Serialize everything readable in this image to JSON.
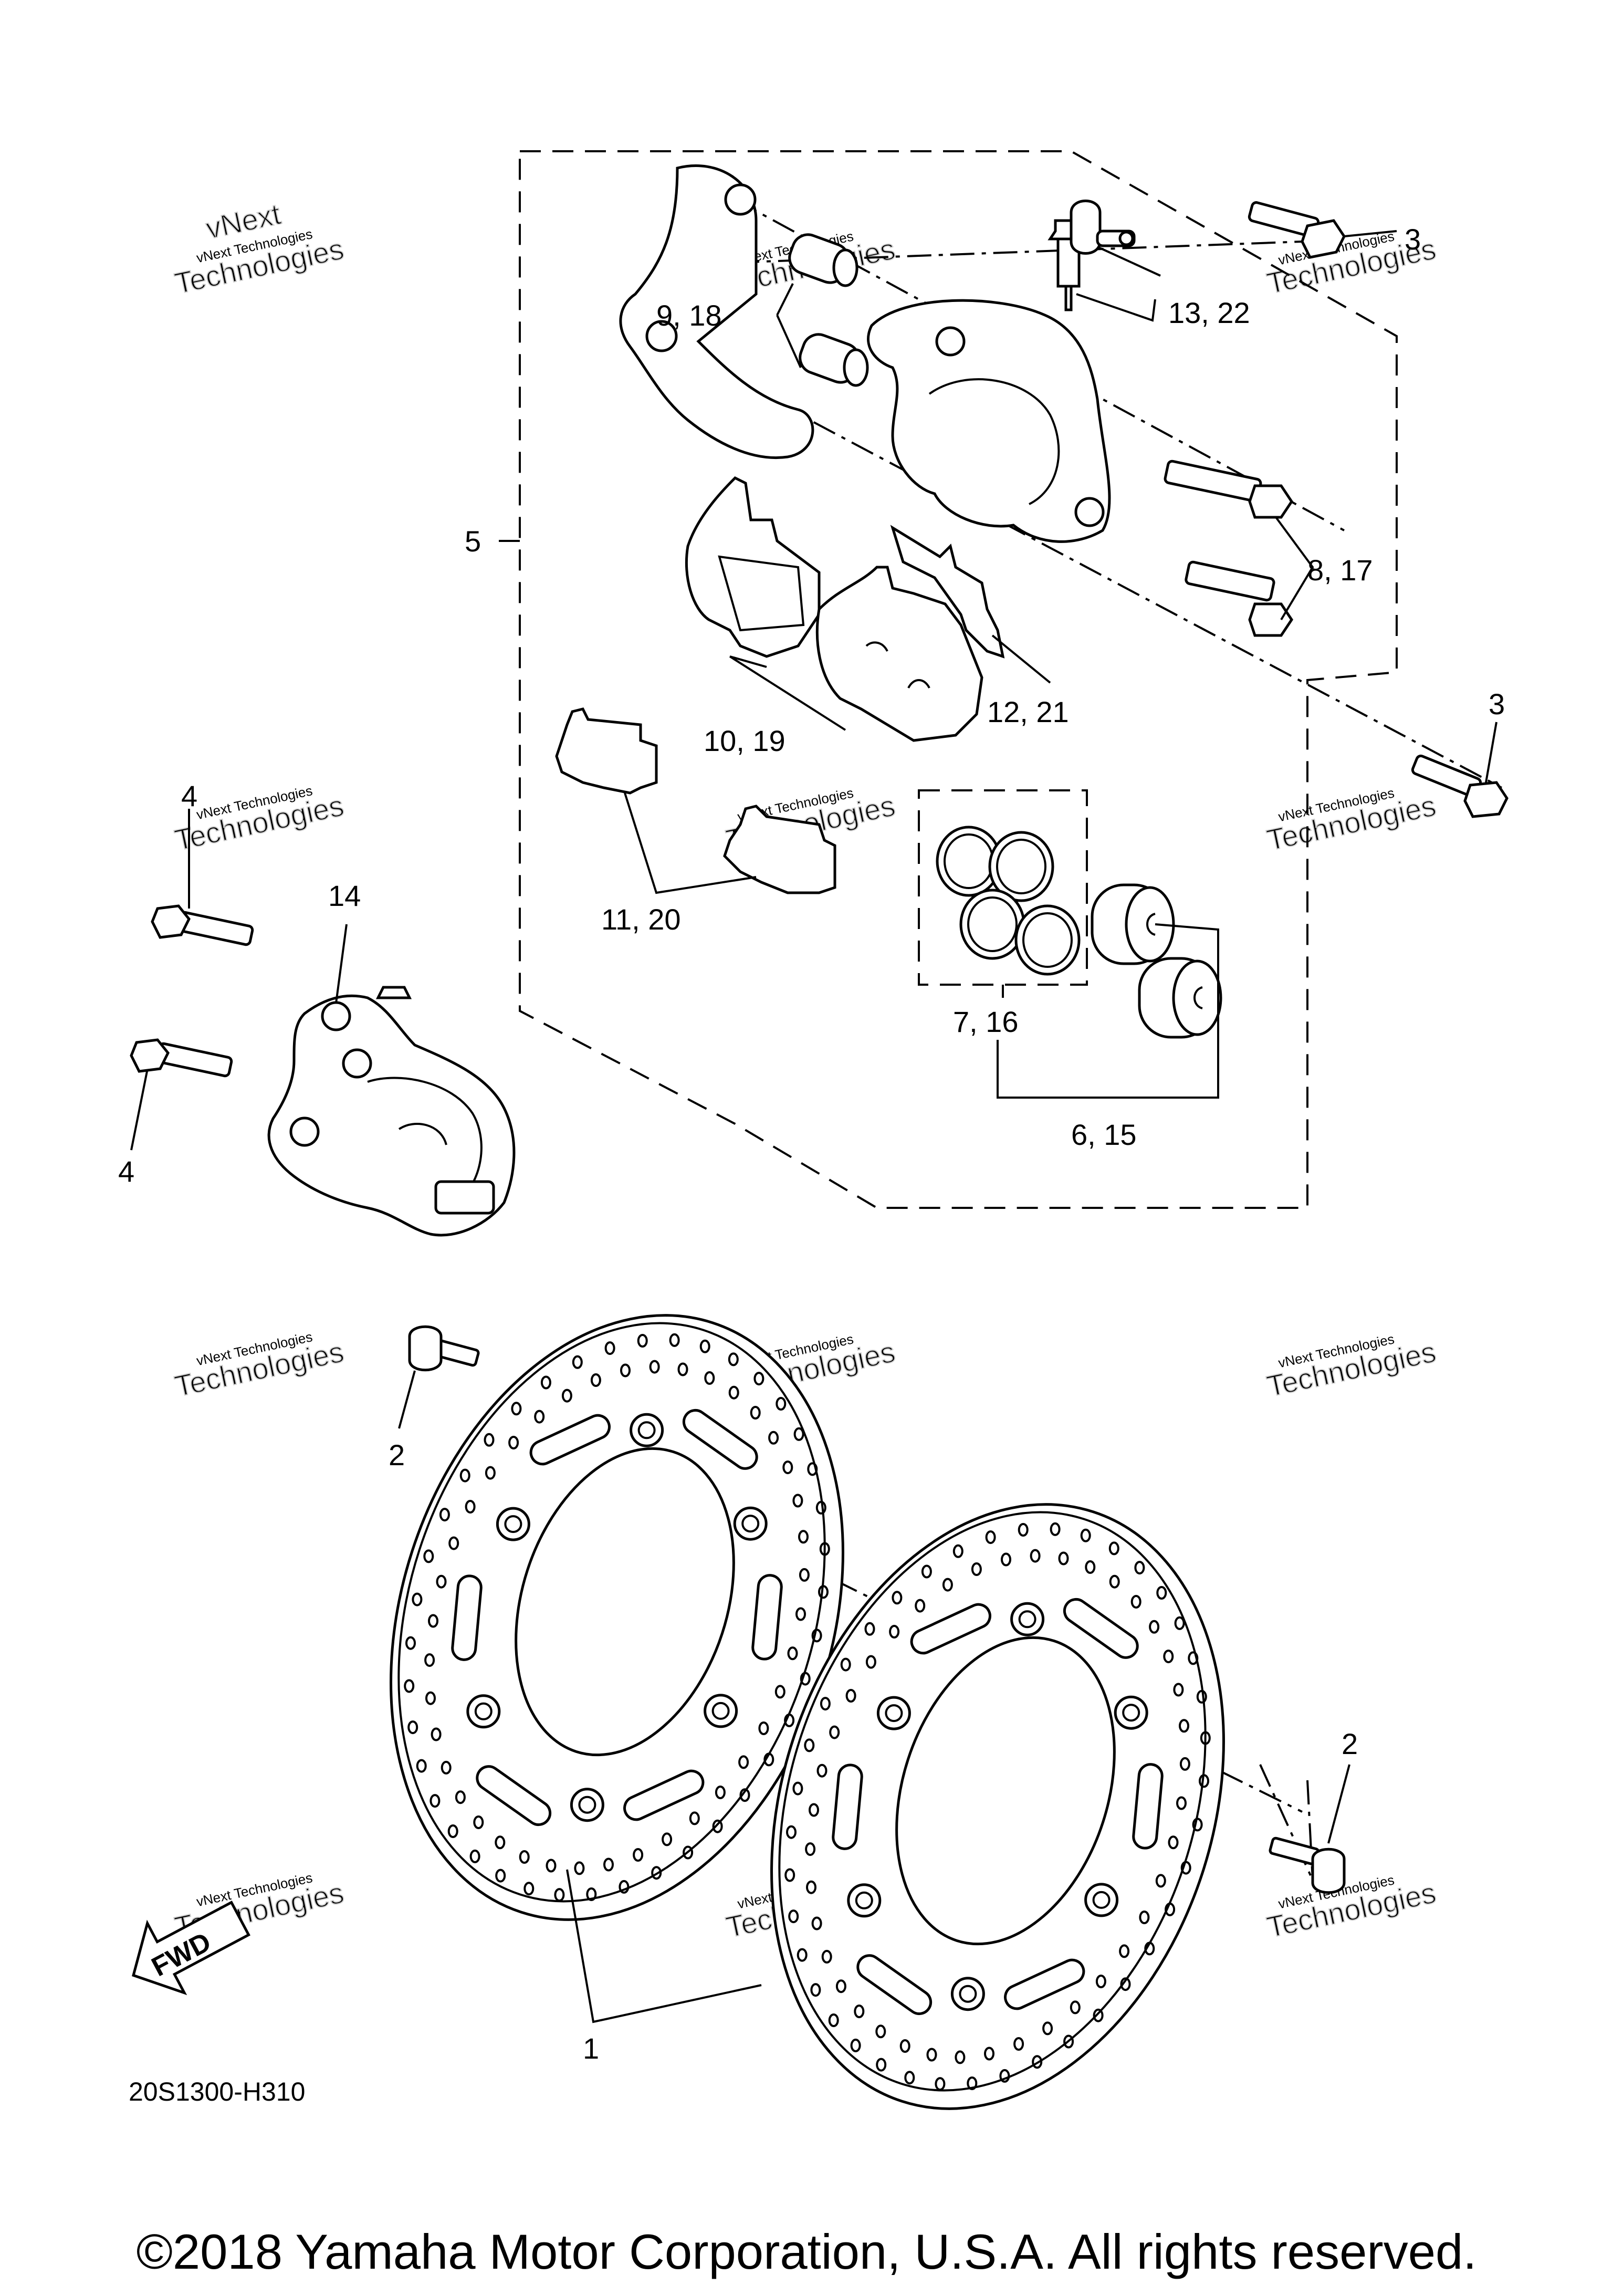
{
  "callouts": {
    "c1": "1",
    "c2a": "2",
    "c2b": "2",
    "c3a": "3",
    "c3b": "3",
    "c4a": "4",
    "c4b": "4",
    "c5": "5",
    "c6_15": "6, 15",
    "c7_16": "7, 16",
    "c8_17": "8, 17",
    "c9_18": "9, 18",
    "c10_19": "10, 19",
    "c11_20": "11, 20",
    "c12_21": "12, 21",
    "c13_22": "13, 22",
    "c14": "14"
  },
  "fwd_label": "FWD",
  "diagram_code": "20S1300-H310",
  "copyright": "©2018 Yamaha Motor Corporation, U.S.A. All rights reserved.",
  "watermark": {
    "line1": "vNext Technologies",
    "line2": "Technologies",
    "line3": "vNext"
  }
}
